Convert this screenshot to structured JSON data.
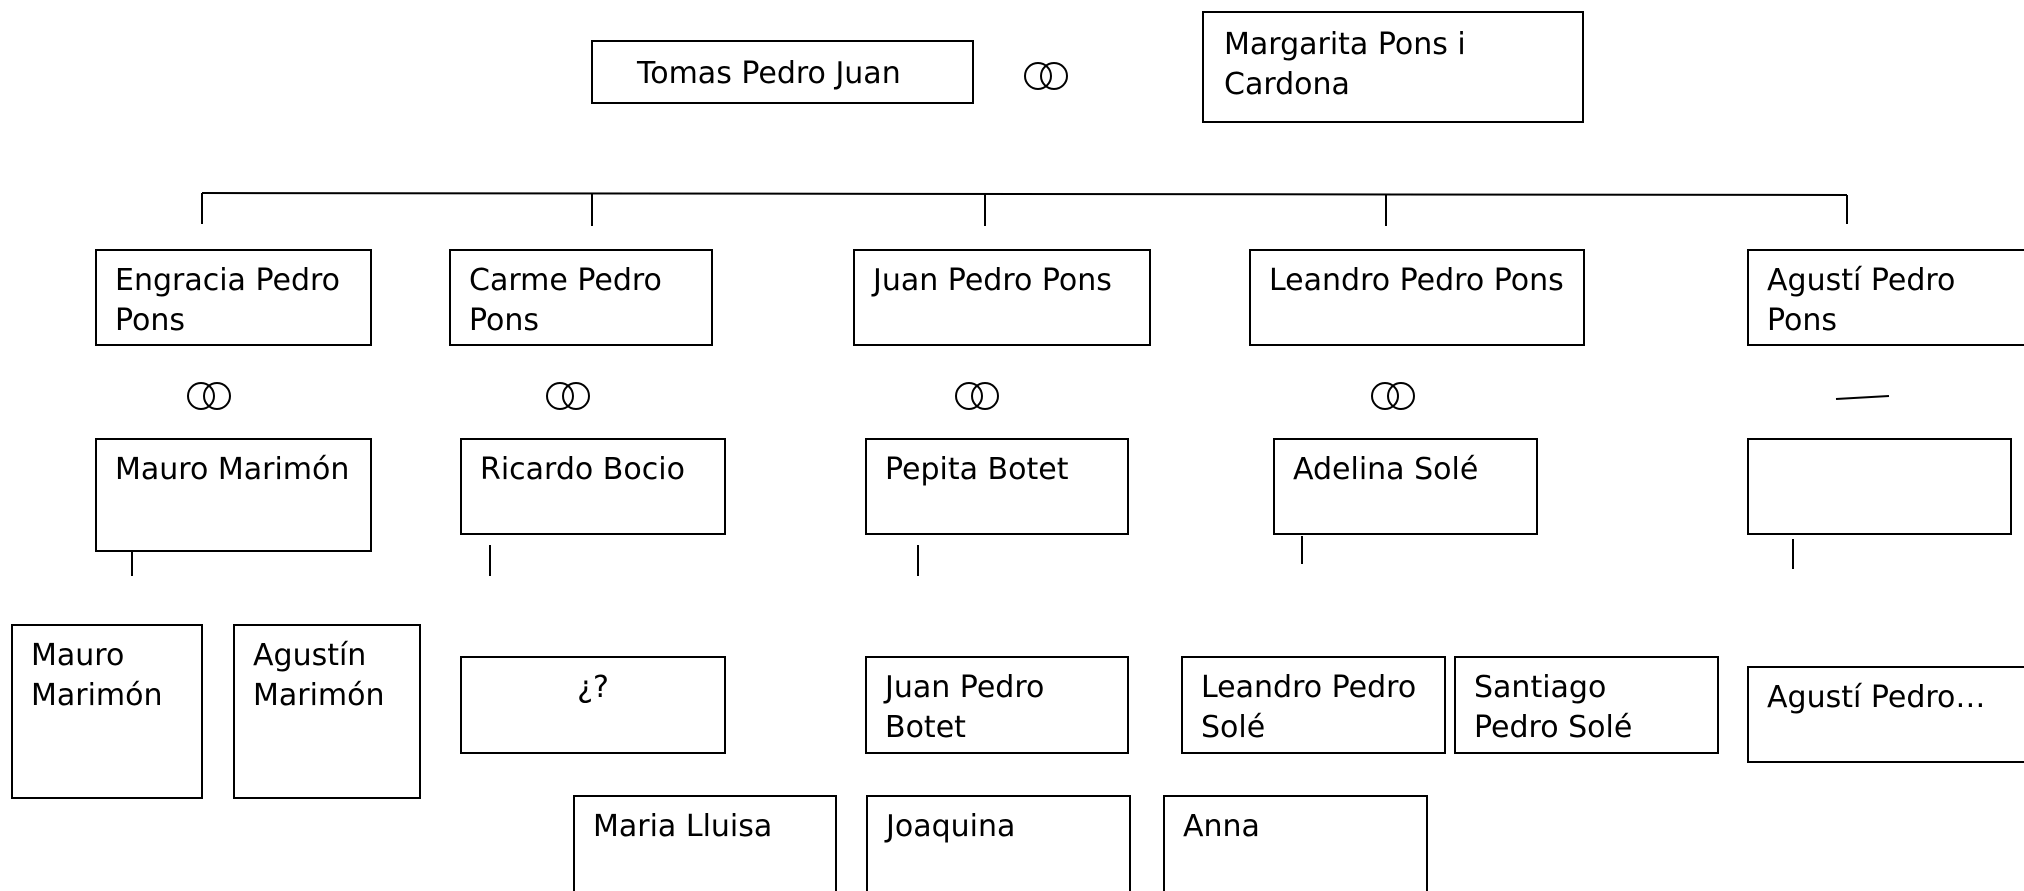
{
  "parents": {
    "father": "Tomas Pedro Juan",
    "mother": "Margarita Pons i Cardona"
  },
  "children": [
    {
      "name": "Engracia Pedro Pons",
      "spouse": "Mauro Marimón",
      "married": true
    },
    {
      "name": "Carme Pedro Pons",
      "spouse": "Ricardo Bocio",
      "married": true
    },
    {
      "name": "Juan Pedro Pons",
      "spouse": "Pepita Botet",
      "married": true
    },
    {
      "name": "Leandro Pedro Pons",
      "spouse": "Adelina Solé",
      "married": true
    },
    {
      "name": "Agustí Pedro Pons",
      "spouse": "",
      "married": false
    }
  ],
  "grandchildren": [
    "Mauro Marimón",
    "Agustín Marimón",
    "¿?",
    "Juan Pedro Botet",
    "Leandro Pedro Solé",
    "Santiago Pedro Solé",
    "Agustí Pedro…",
    "Maria Lluisa",
    "Joaquina",
    "Anna"
  ],
  "marriage_symbol": "wedding-rings-icon"
}
